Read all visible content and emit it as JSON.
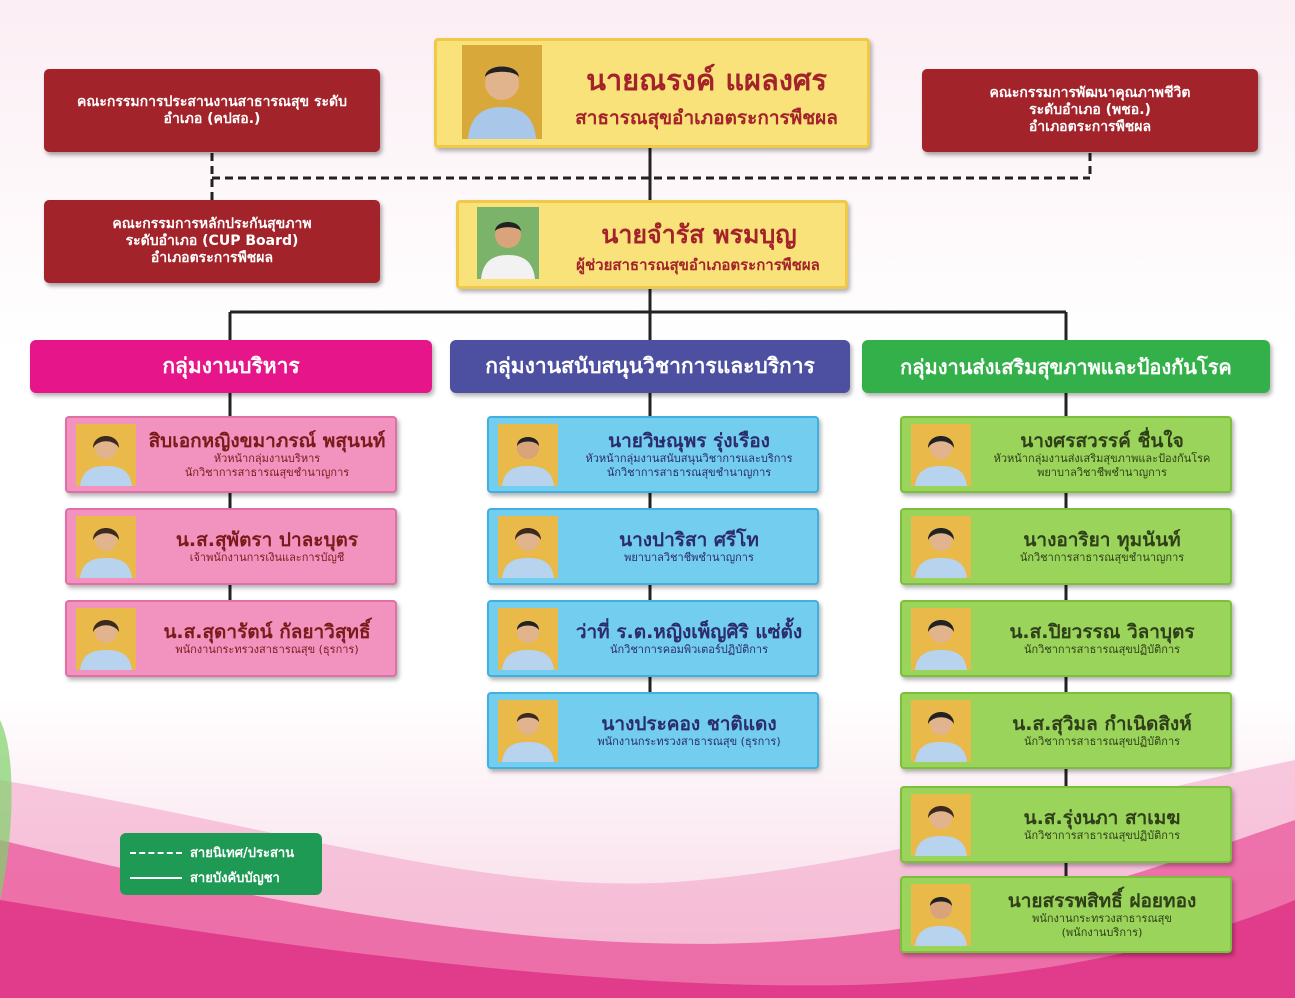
{
  "colors": {
    "committee": "#a3232b",
    "leader": "#f9e27a",
    "admin": "#e6168a",
    "support": "#4d4fa0",
    "promote": "#34b04a",
    "legend": "#1f9a55"
  },
  "committees": {
    "kps": "คณะกรรมการประสานงานสาธารณสุข ระดับอำเภอ (คปสอ.)",
    "pcho_line1": "คณะกรรมการพัฒนาคุณภาพชีวิต",
    "pcho_line2": "ระดับอำเภอ (พชอ.)",
    "pcho_line3": "อำเภอตระการพืชผล",
    "cup_line1": "คณะกรรมการหลักประกันสุขภาพ",
    "cup_line2": "ระดับอำเภอ (CUP Board)",
    "cup_line3": "อำเภอตระการพืชผล"
  },
  "head": {
    "name": "นายณรงค์ แผลงศร",
    "role": "สาธารณสุขอำเภอตระการพืชผล"
  },
  "deputy": {
    "name": "นายจำรัส พรมบุญ",
    "role": "ผู้ช่วยสาธารณสุขอำเภอตระการพืชผล"
  },
  "groups": {
    "admin": {
      "title": "กลุ่มงานบริหาร",
      "members": [
        {
          "name": "สิบเอกหญิงขมาภรณ์ พสุนนท์",
          "pos1": "หัวหน้ากลุ่มงานบริหาร",
          "pos2": "นักวิชาการสาธารณสุขชำนาญการ"
        },
        {
          "name": "น.ส.สุพัตรา ปาละบุตร",
          "pos1": "เจ้าพนักงานการเงินและการบัญชี"
        },
        {
          "name": "น.ส.สุดารัตน์ กัลยาวิสุทธิ์",
          "pos1": "พนักงานกระทรวงสาธารณสุข (ธุรการ)"
        }
      ]
    },
    "support": {
      "title": "กลุ่มงานสนับสนุนวิชาการและบริการ",
      "members": [
        {
          "name": "นายวิษณุพร รุ่งเรือง",
          "pos1": "หัวหน้ากลุ่มงานสนับสนุนวิชาการและบริการ",
          "pos2": "นักวิชาการสาธารณสุขชำนาญการ"
        },
        {
          "name": "นางปาริสา ศรีโท",
          "pos1": "พยาบาลวิชาชีพชำนาญการ"
        },
        {
          "name": "ว่าที่ ร.ต.หญิงเพ็ญศิริ แซ่ตั้ง",
          "pos1": "นักวิชาการคอมพิวเตอร์ปฏิบัติการ"
        },
        {
          "name": "นางประคอง ชาติแดง",
          "pos1": "พนักงานกระทรวงสาธารณสุข (ธุรการ)"
        }
      ]
    },
    "promote": {
      "title": "กลุ่มงานส่งเสริมสุขภาพและป้องกันโรค",
      "members": [
        {
          "name": "นางศรสวรรค์ ชื่นใจ",
          "pos1": "หัวหน้ากลุ่มงานส่งเสริมสุขภาพและป้องกันโรค",
          "pos2": "พยาบาลวิชาชีพชำนาญการ"
        },
        {
          "name": "นางอาริยา ทุมนันท์",
          "pos1": "นักวิชาการสาธารณสุขชำนาญการ"
        },
        {
          "name": "น.ส.ปิยวรรณ วิลาบุตร",
          "pos1": "นักวิชาการสาธารณสุขปฏิบัติการ"
        },
        {
          "name": "น.ส.สุวิมล กำเนิดสิงห์",
          "pos1": "นักวิชาการสาธารณสุขปฏิบัติการ"
        },
        {
          "name": "น.ส.รุ่งนภา สาเมฆ",
          "pos1": "นักวิชาการสาธารณสุขปฏิบัติการ"
        },
        {
          "name": "นายสรรพสิทธิ์ ฝอยทอง",
          "pos1": "พนักงานกระทรวงสาธารณสุข",
          "pos2": "(พนักงานบริการ)"
        }
      ]
    }
  },
  "legend": {
    "dashed": "สายนิเทศ/ประสาน",
    "solid": "สายบังคับบัญชา"
  }
}
